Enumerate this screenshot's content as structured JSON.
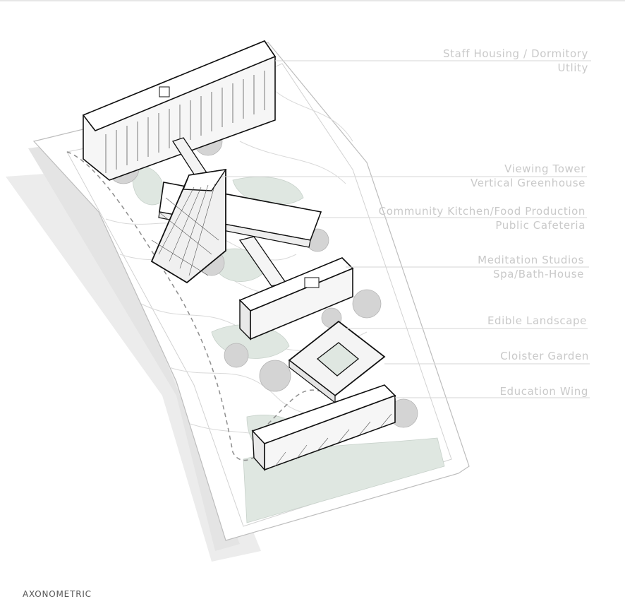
{
  "labels": [
    {
      "line1": "Staff Housing / Dormitory",
      "line2": "Utlity"
    },
    {
      "line1": "Viewing Tower",
      "line2": "Vertical Greenhouse"
    },
    {
      "line1": "Community Kitchen/Food Production",
      "line2": "Public Cafeteria"
    },
    {
      "line1": "Meditation Studios",
      "line2": "Spa/Bath-House"
    },
    {
      "line1": "Edible Landscape",
      "line2": ""
    },
    {
      "line1": "Cloister Garden",
      "line2": ""
    },
    {
      "line1": "Education Wing",
      "line2": ""
    }
  ],
  "caption": "AXONOMETRIC",
  "colors": {
    "label_text": "#c9c9c9",
    "leader_line": "#d6d6d6",
    "building_outline": "#111111",
    "site_shadow": "#e9e9e9",
    "garden_fill": "#dfe7e1",
    "tree": "#cfcfcf"
  }
}
